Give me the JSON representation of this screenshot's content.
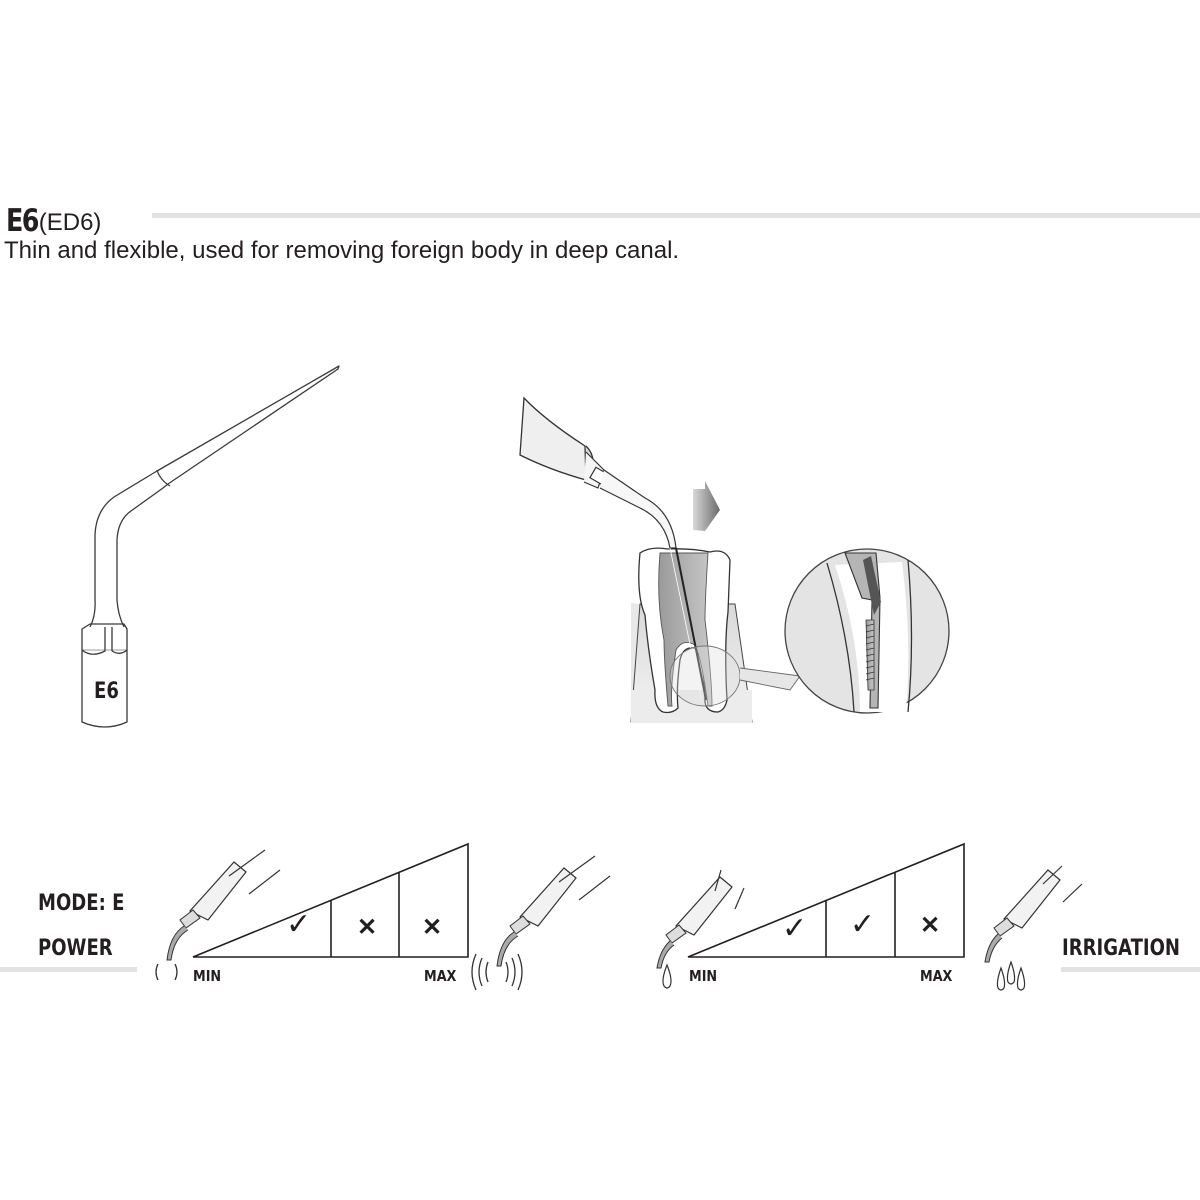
{
  "header": {
    "model": "E6",
    "alias": "(ED6)",
    "description": "Thin and flexible, used for removing foreign body in deep canal."
  },
  "tip_illustration": {
    "engraved_label": "E6"
  },
  "usage_illustration": {
    "arrow_direction": "right",
    "magnifier": "detail of file tip in root canal"
  },
  "power_scale": {
    "mode_label": "MODE: E",
    "title": "POWER",
    "min_label": "MIN",
    "max_label": "MAX",
    "levels": [
      {
        "level": 1,
        "status": "check",
        "symbol": "✓"
      },
      {
        "level": 2,
        "status": "cross",
        "symbol": "✕"
      },
      {
        "level": 3,
        "status": "cross",
        "symbol": "✕"
      }
    ]
  },
  "irrigation_scale": {
    "title": "IRRIGATION",
    "min_label": "MIN",
    "max_label": "MAX",
    "levels": [
      {
        "level": 1,
        "status": "check",
        "symbol": "✓"
      },
      {
        "level": 2,
        "status": "check",
        "symbol": "✓"
      },
      {
        "level": 3,
        "status": "cross",
        "symbol": "✕"
      }
    ]
  },
  "colors": {
    "text": "#231f20",
    "rule": "#e2e2e4",
    "line": "#333333"
  }
}
